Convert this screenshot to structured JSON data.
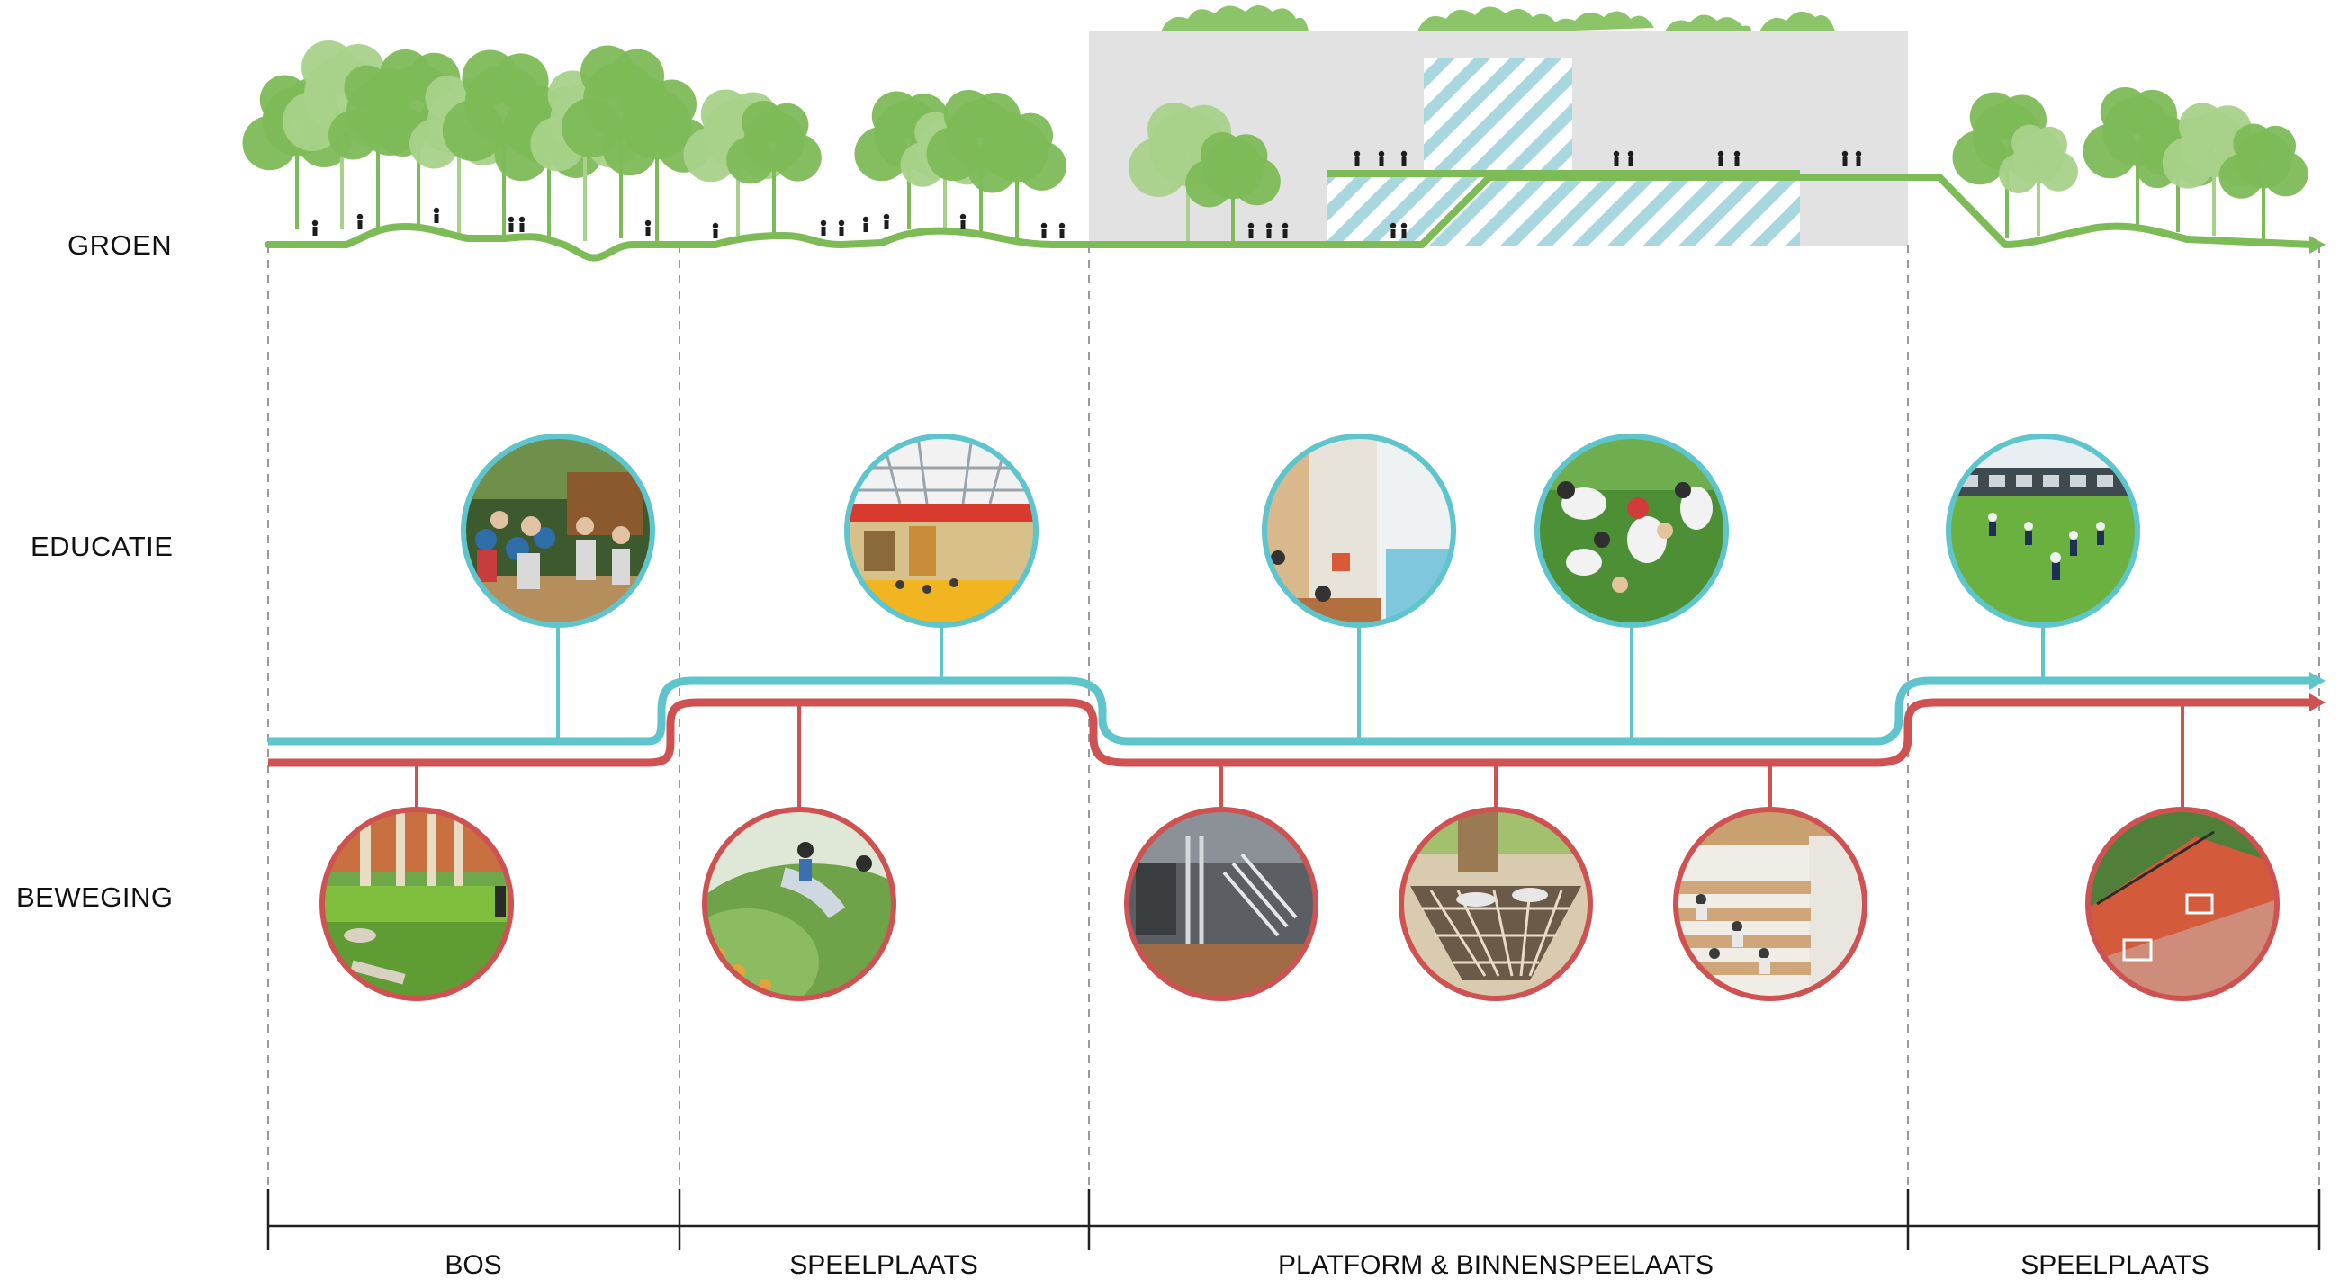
{
  "row_labels": {
    "groen": "GROEN",
    "educatie": "EDUCATIE",
    "beweging": "BEWEGING"
  },
  "zones": [
    {
      "label": "BOS"
    },
    {
      "label": "SPEELPLAATS"
    },
    {
      "label": "PLATFORM & BINNENSPEELAATS"
    },
    {
      "label": "SPEELPLAATS"
    }
  ],
  "colors": {
    "green": "#7dbb57",
    "green_light": "#a8d28a",
    "educatie": "#5ec5cc",
    "beweging": "#cf5252",
    "building": "#e2e2e2",
    "hatch": "#a9d7df",
    "dash": "#9a9a9a"
  },
  "educatie_photos": [
    {
      "name": "outdoor-classroom"
    },
    {
      "name": "atrium-hall"
    },
    {
      "name": "indoor-classroom"
    },
    {
      "name": "kids-on-grass"
    },
    {
      "name": "sports-field"
    }
  ],
  "beweging_photos": [
    {
      "name": "forest-play-structure"
    },
    {
      "name": "green-hill-slide"
    },
    {
      "name": "tube-slide-stairs"
    },
    {
      "name": "rope-net"
    },
    {
      "name": "tribune-stairs"
    },
    {
      "name": "sports-court"
    }
  ]
}
